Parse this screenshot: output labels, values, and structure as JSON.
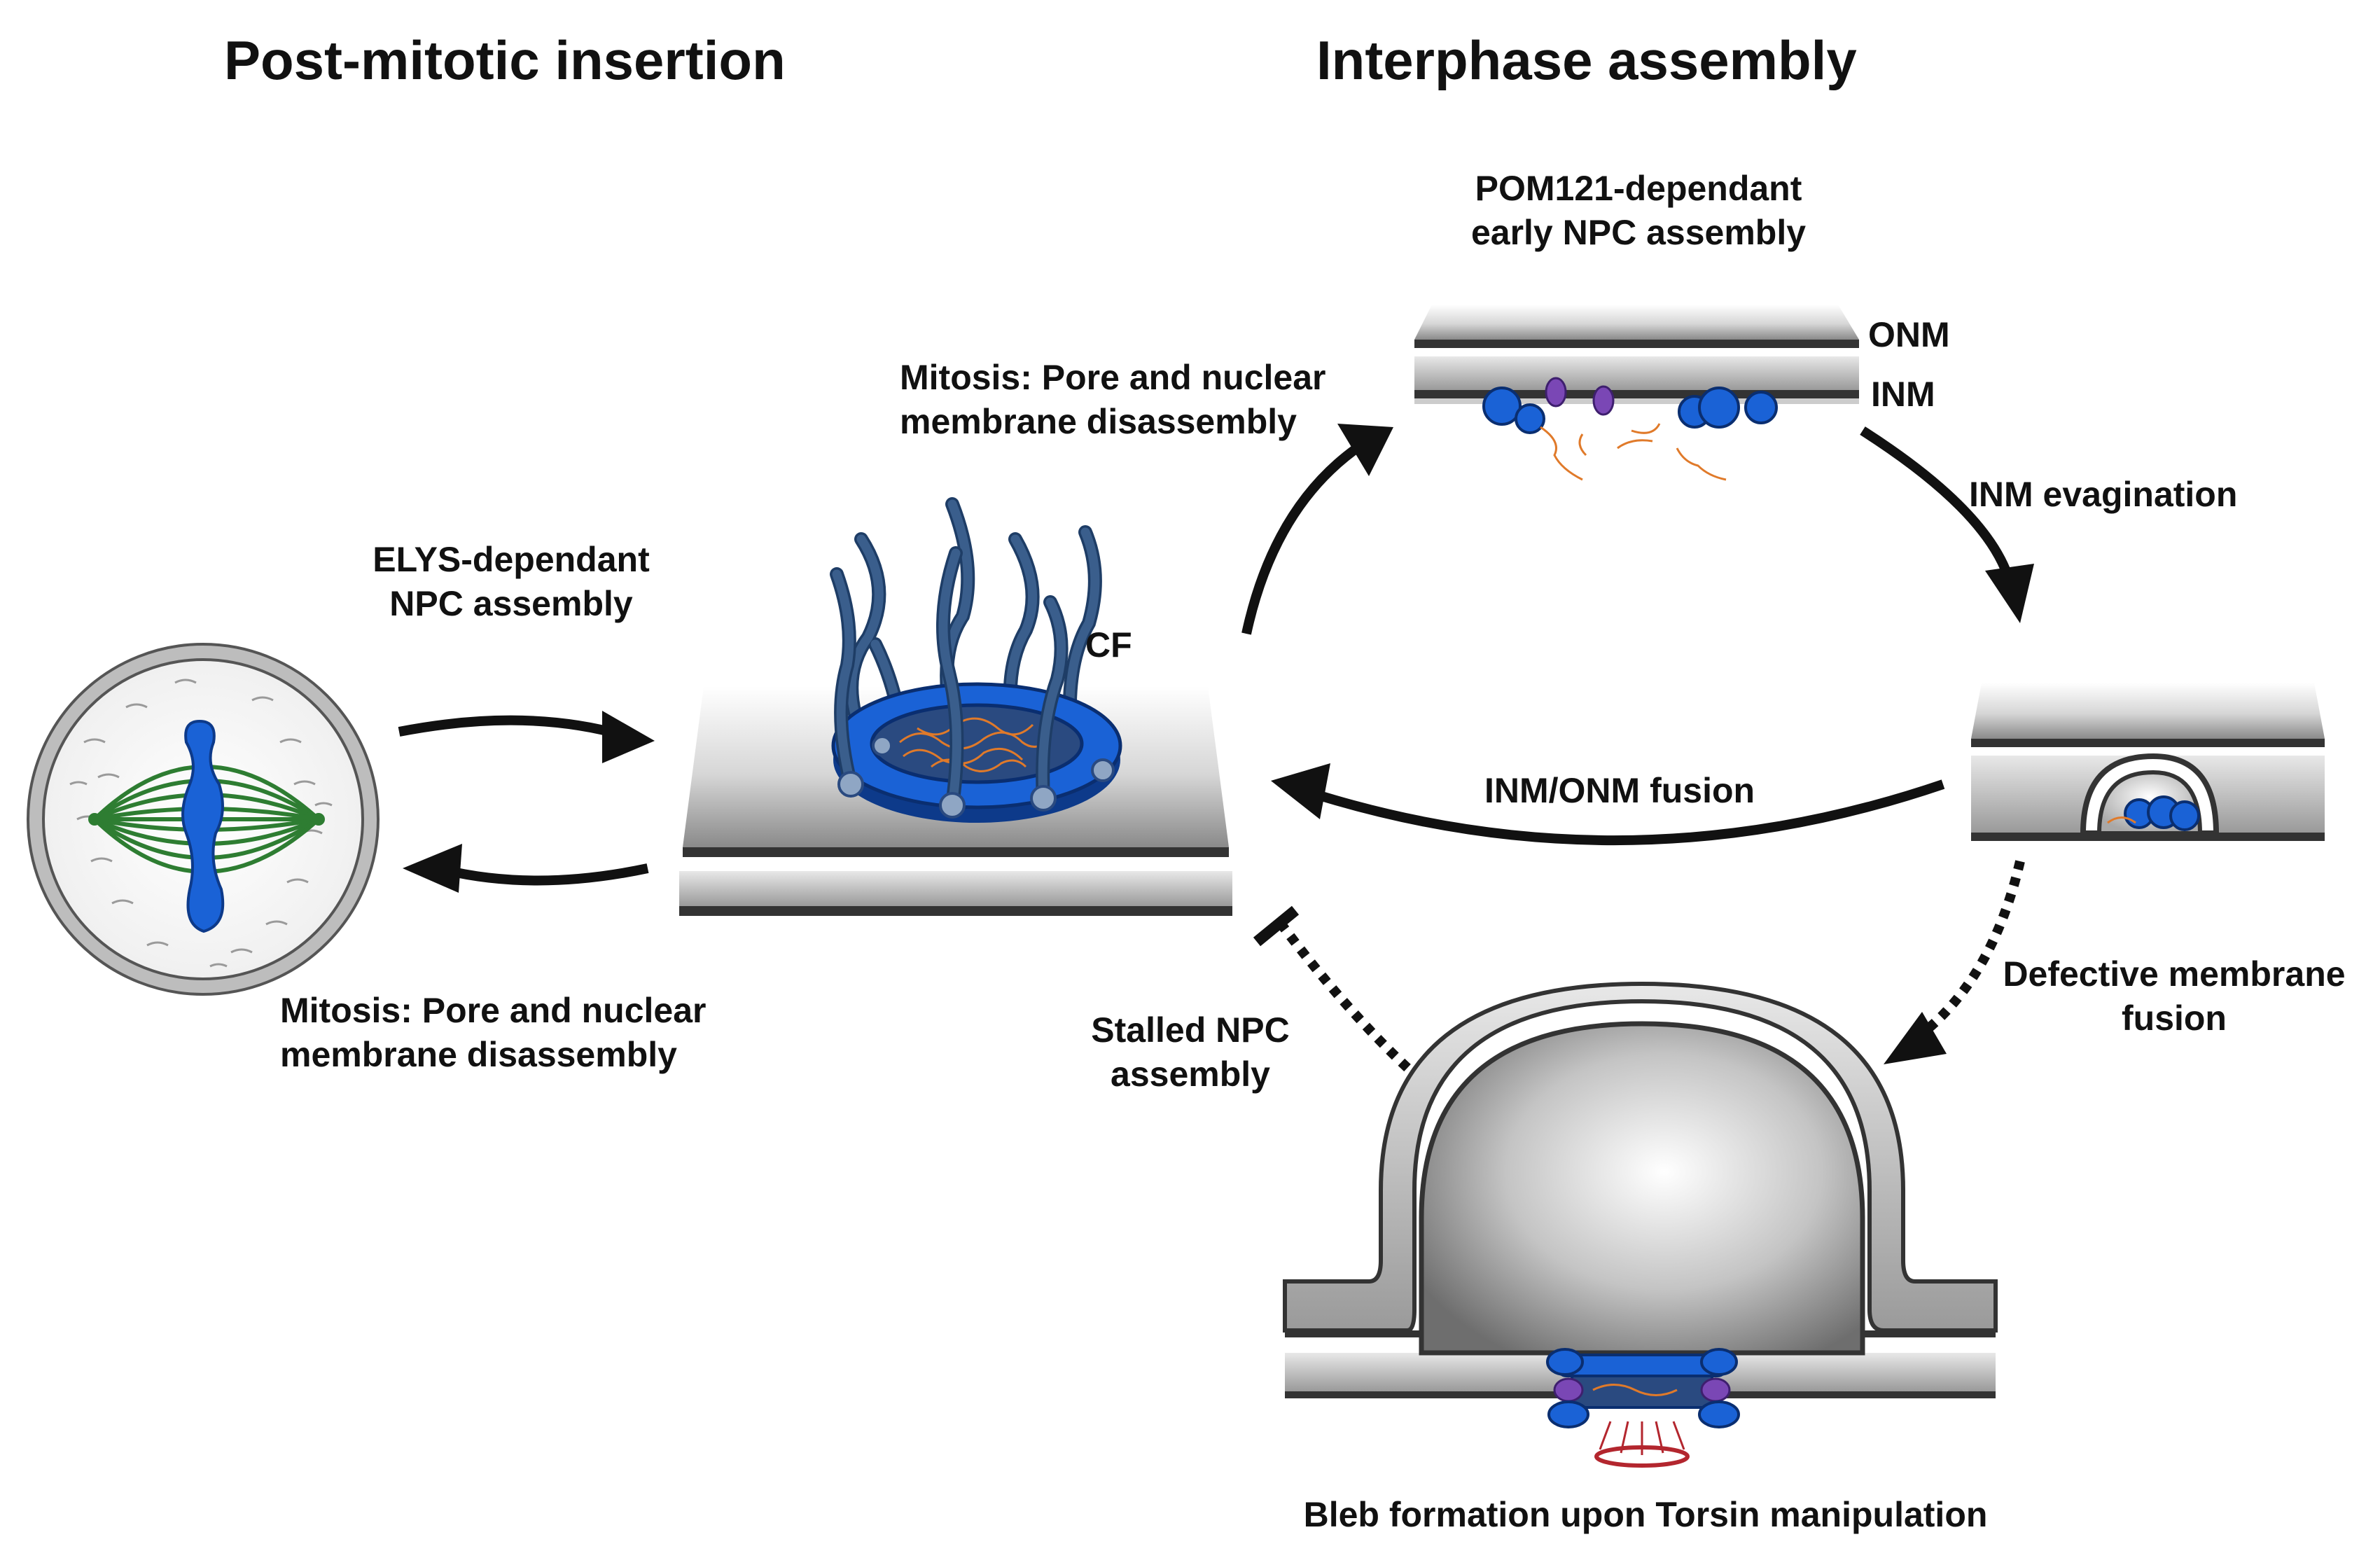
{
  "headings": {
    "left": "Post-mitotic insertion",
    "right": "Interphase assembly"
  },
  "labels": {
    "pom121": [
      "POM121-dependant",
      "early NPC assembly"
    ],
    "onm": "ONM",
    "inm": "INM",
    "mitosis_top": [
      "Mitosis: Pore and nuclear",
      "membrane disassembly"
    ],
    "inm_evagination": "INM evagination",
    "elys": [
      "ELYS-dependant",
      "NPC assembly"
    ],
    "cf": "CF",
    "inm_onm_fusion": "INM/ONM fusion",
    "mitosis_bottom": [
      "Mitosis: Pore and nuclear",
      "membrane disassembly"
    ],
    "defective": [
      "Defective membrane",
      "fusion"
    ],
    "stalled": [
      "Stalled NPC",
      "assembly"
    ],
    "bleb": "Bleb formation upon Torsin manipulation"
  },
  "colors": {
    "npc_blue": "#1a62d6",
    "npc_dark": "#0d3a8a",
    "spindle_green": "#2e7d32",
    "filament_blue": "#3a5e8c",
    "basket_orange": "#e07a2a",
    "torsin_red": "#b3262e",
    "membrane_grey": "#9a9a9a"
  }
}
